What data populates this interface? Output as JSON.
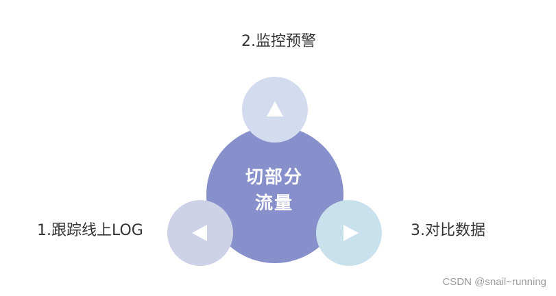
{
  "center": {
    "line1": "切部分",
    "line2": "流量"
  },
  "nodes": [
    {
      "id": "top",
      "label": "2.监控预警",
      "icon": "triangle-up-icon",
      "color": "#d3dcef"
    },
    {
      "id": "left",
      "label": "1.跟踪线上LOG",
      "icon": "triangle-left-icon",
      "color": "#cdd2e7"
    },
    {
      "id": "right",
      "label": "3.对比数据",
      "icon": "triangle-right-icon",
      "color": "#c9e1ed"
    }
  ],
  "colors": {
    "center_circle": "#8890cb",
    "label_text": "#333333",
    "arrow": "#ffffff"
  },
  "watermark": "CSDN @snail~running"
}
